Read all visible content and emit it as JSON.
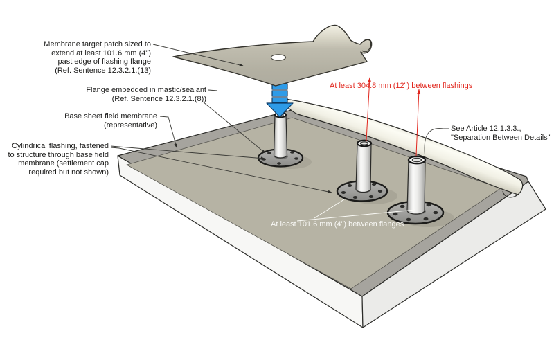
{
  "labels": {
    "target_patch": {
      "lines": [
        "Membrane target patch sized to",
        "extend at least 101.6 mm (4\")",
        "past edge of flashing flange",
        "(Ref. Sentence 12.3.2.1.(13)"
      ]
    },
    "flange_embedded": {
      "lines": [
        "Flange embedded in mastic/sealant",
        "(Ref. Sentence 12.3.2.1.(8))"
      ]
    },
    "base_sheet": {
      "lines": [
        "Base sheet field membrane",
        "(representative)"
      ]
    },
    "cylindrical_flashing": {
      "lines": [
        "Cylindrical flashing, fastened",
        "to structure through base field",
        "membrane (settlement cap",
        "required but not shown)"
      ]
    },
    "flashing_spacing": {
      "text": "At least 304.8 mm (12\") between flashings"
    },
    "flange_spacing": {
      "text": "At least 101.6 mm (4\") between flanges"
    },
    "see_article": {
      "lines": [
        "See Article 12.1.3.3.,",
        "\"Separation Between Details\""
      ]
    }
  },
  "colors": {
    "annotation_red": "#e1261d",
    "annotation_black": "#1c1c1b",
    "annotation_white": "#f8f8f5",
    "membrane_tan": "#b6b3a4",
    "deck_gray": "#a6a49e",
    "slab_side_light": "#f7f7f5",
    "slab_side_dark": "#ebebe9",
    "arrow_blue": "#2e9be8",
    "roll_highlight": "#fcfcf4"
  }
}
